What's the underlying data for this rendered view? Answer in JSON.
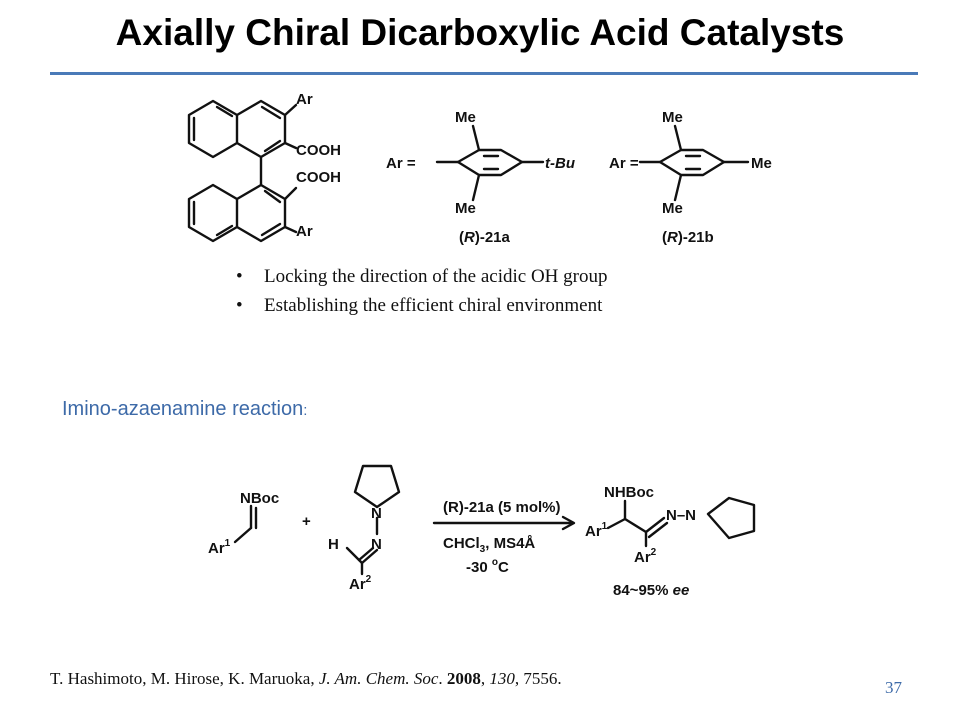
{
  "slide": {
    "title": "Axially Chiral Dicarboxylic Acid Catalysts",
    "page_number": "37",
    "accent_color": "#4a7ab8"
  },
  "structures": {
    "binaphthyl": {
      "ar_top": "Ar",
      "cooh_top": "COOH",
      "cooh_bottom": "COOH",
      "ar_bottom": "Ar"
    },
    "catalyst_a": {
      "ar_eq": "Ar =",
      "me_top": "Me",
      "me_bottom": "Me",
      "para": "t-Bu",
      "label_open": "(",
      "label_r": "R",
      "label_rest": ")-21a"
    },
    "catalyst_b": {
      "ar_eq": "Ar =",
      "me_top": "Me",
      "me_bottom": "Me",
      "para": "Me",
      "label_open": "(",
      "label_r": "R",
      "label_rest": ")-21b"
    }
  },
  "bullets": [
    {
      "marker": "•",
      "text": "Locking the direction of the acidic OH group"
    },
    {
      "marker": "•",
      "text": "Establishing the efficient chiral environment"
    }
  ],
  "reaction": {
    "heading": "Imino-azaenamine reaction",
    "heading_colon": ":",
    "imine_nboc": "NBoc",
    "imine_ar1": "Ar",
    "imine_ar1_sup": "1",
    "plus": "+",
    "hydrazone_n1": "N",
    "hydrazone_n2": "N",
    "hydrazone_h": "H",
    "hydrazone_ar2": "Ar",
    "hydrazone_ar2_sup": "2",
    "cond_catalyst": "(R)-21a (5 mol%)",
    "cond_solvent": "CHCl",
    "cond_solvent_sub": "3",
    "cond_solvent_rest": ", MS4Å",
    "cond_temp": "-30 ",
    "cond_temp_sup": "o",
    "cond_temp_unit": "C",
    "product_nhboc": "NHBoc",
    "product_ar1": "Ar",
    "product_ar1_sup": "1",
    "product_n": "N–N",
    "product_ar2": "Ar",
    "product_ar2_sup": "2",
    "ee_value": "84~95% ",
    "ee_unit": "ee"
  },
  "citation": {
    "authors": "T. Hashimoto, M. Hirose, K. Maruoka, ",
    "journal": "J. Am. Chem. Soc",
    "sep1": ". ",
    "year": "2008",
    "sep2": ", ",
    "volume": "130",
    "pages": ", 7556."
  }
}
